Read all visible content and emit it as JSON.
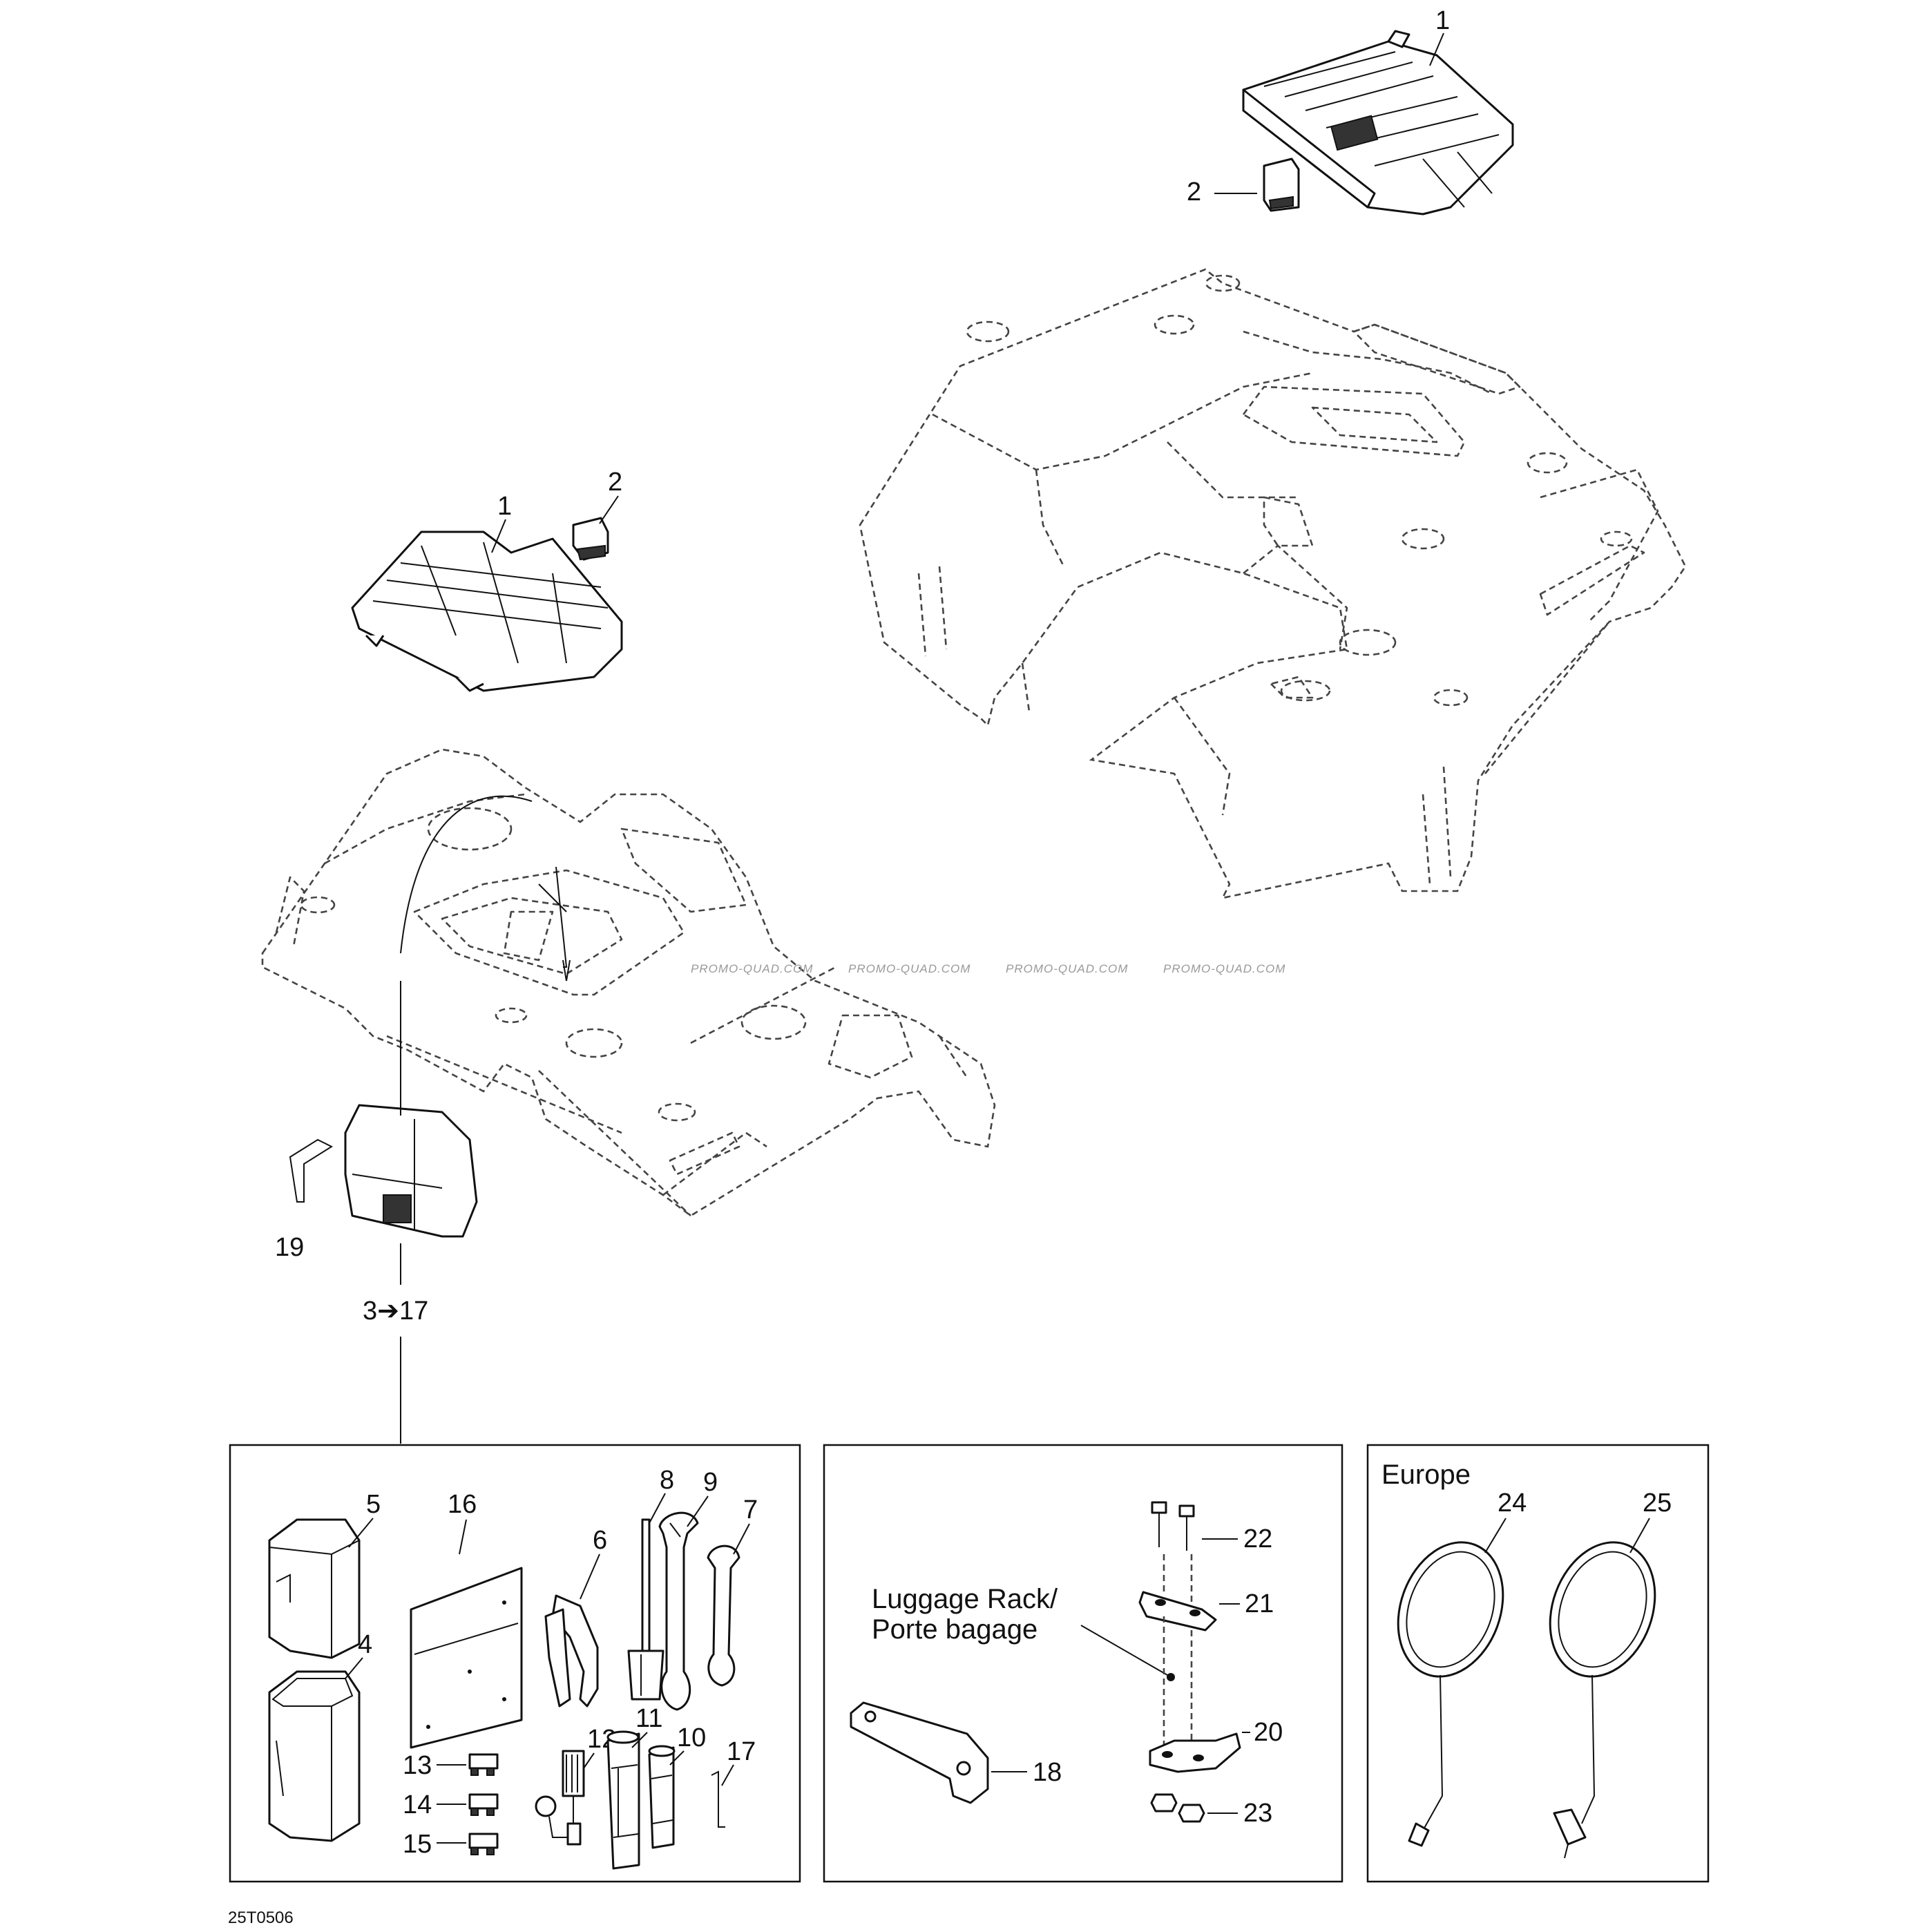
{
  "labels": {
    "cover_top": "1",
    "clip_top": "2",
    "cover_left": "1",
    "clip_left": "2",
    "strap": "19",
    "toolkit_range": "3➔17",
    "toolkit_case_lid": "5",
    "toolkit_case": "4",
    "card": "16",
    "pliers": "6",
    "screwdriver": "8",
    "wrench_large": "9",
    "wrench_small": "7",
    "fuse_a": "13",
    "fuse_b": "14",
    "fuse_c": "15",
    "spark_tool": "12",
    "socket_large": "11",
    "socket_small": "10",
    "hex_key": "17",
    "rack_bolt": "22",
    "rack_plate_top": "21",
    "rack_plate_bottom": "20",
    "rack_nut": "23",
    "rack_wrench": "18",
    "mirror_left": "24",
    "mirror_right": "25"
  },
  "texts": {
    "luggage_line1": "Luggage Rack/",
    "luggage_line2": "Porte bagage",
    "region": "Europe",
    "drawing_code": "25T0506",
    "watermark": "PROMO-QUAD.COM"
  }
}
